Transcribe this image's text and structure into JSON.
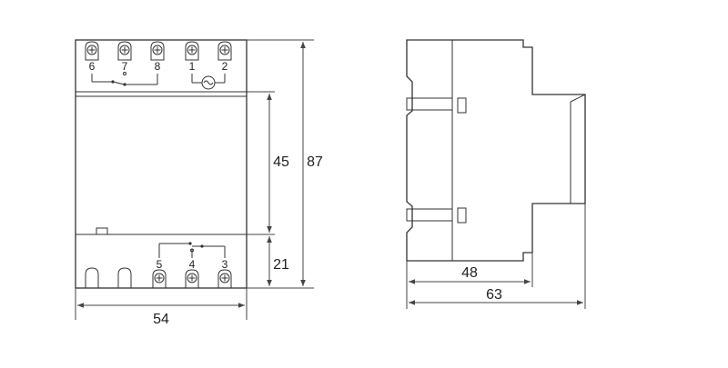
{
  "front_view": {
    "top_terminals": [
      {
        "number": "6"
      },
      {
        "number": "7"
      },
      {
        "number": "8"
      },
      {
        "number": "1"
      },
      {
        "number": "2"
      }
    ],
    "bottom_terminals": [
      {
        "number": "5"
      },
      {
        "number": "4"
      },
      {
        "number": "3"
      }
    ],
    "dimensions": {
      "body_height": "45",
      "bottom_height": "21",
      "total_height": "87",
      "width": "54"
    }
  },
  "side_view": {
    "dimensions": {
      "depth_inner": "48",
      "depth_total": "63"
    }
  }
}
